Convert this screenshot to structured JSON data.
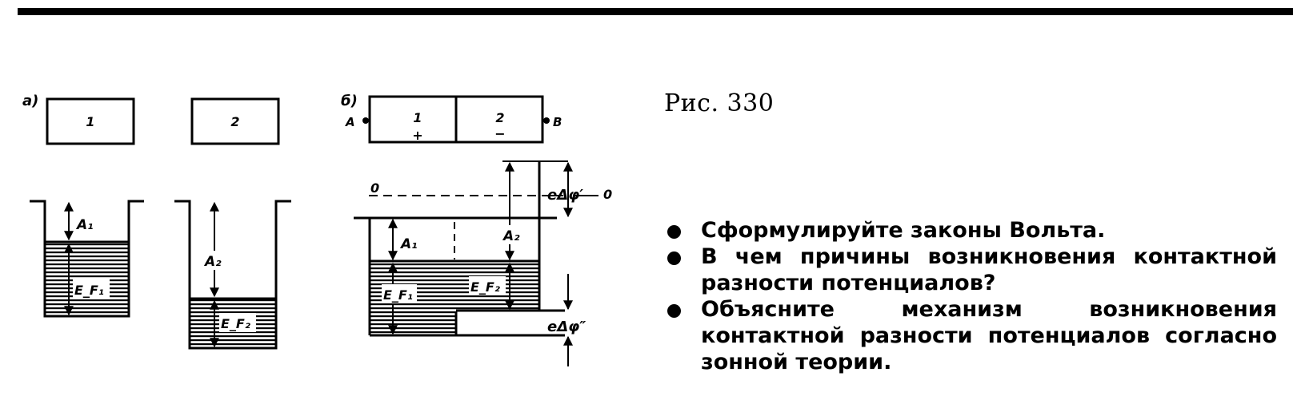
{
  "caption": "Рис. 330",
  "figure_a": {
    "panel_label": "а)",
    "metal_1": "1",
    "metal_2": "2",
    "work_function_1": "A₁",
    "work_function_2": "A₂",
    "fermi_1": "E_F₁",
    "fermi_2": "E_F₂"
  },
  "figure_b": {
    "panel_label": "б)",
    "contact_a": "A",
    "contact_b": "B",
    "metal_1": "1",
    "metal_2": "2",
    "charge_1": "+",
    "charge_2": "−",
    "zero_left": "0",
    "zero_right": "0",
    "work_function_1": "A₁",
    "work_function_2": "A₂",
    "fermi_1": "E_F₁",
    "fermi_2": "E_F₂",
    "delta_phi_outer": "eΔφ′",
    "delta_phi_inner": "eΔφ″"
  },
  "questions": [
    "Сформулируйте законы Вольта.",
    "В чем причины возникновения контактной разности потенциалов?",
    "Объясните механизм возникновения контактной разности потенциалов согласно зонной теории."
  ]
}
